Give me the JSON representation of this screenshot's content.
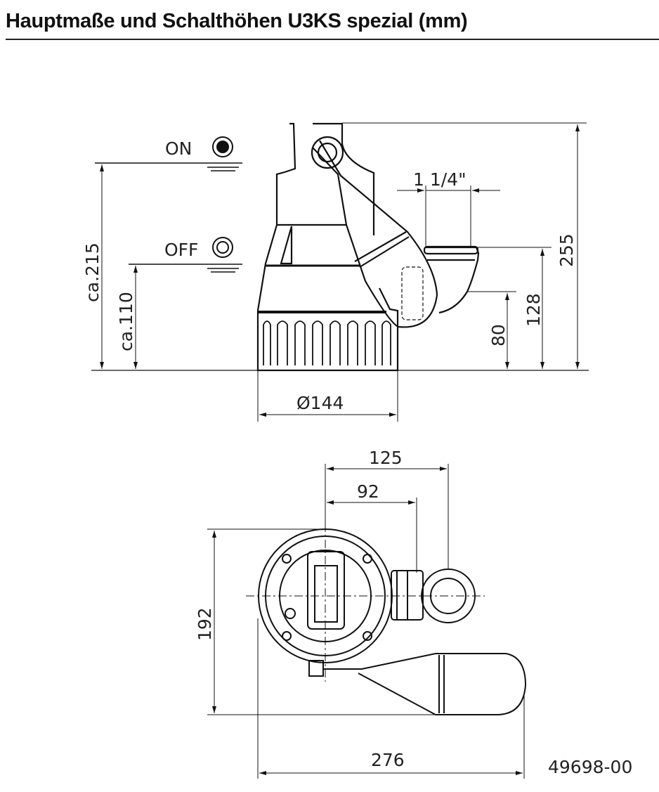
{
  "title": "Hauptmaße und Schalthöhen U3KS spezial (mm)",
  "side_view": {
    "switch_on_label": "ON",
    "switch_off_label": "OFF",
    "dim_total_height": "255",
    "dim_outlet_height": "128",
    "dim_outlet_center": "80",
    "dim_on_level": "ca.215",
    "dim_off_level": "ca.110",
    "dim_diameter": "Ø144",
    "dim_thread": "1 1/4\""
  },
  "top_view": {
    "dim_125": "125",
    "dim_92": "92",
    "dim_192": "192",
    "dim_276": "276"
  },
  "drawing_number": "49698-00"
}
